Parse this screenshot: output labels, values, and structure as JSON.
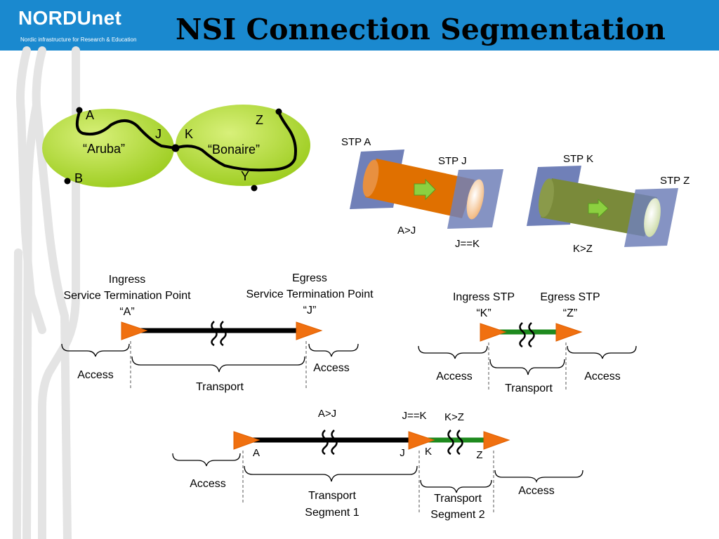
{
  "header": {
    "logo_name": "NORDUnet",
    "logo_tagline": "Nordic infrastructure for Research & Education",
    "title": "NSI Connection Segmentation"
  },
  "colors": {
    "header_blue": "#1a89cf",
    "island_green": "#b4dc3c",
    "stp_plate": "#7080b8",
    "tube_orange": "#e07000",
    "tube_olive": "#7a8a3a",
    "arrow_green": "#8cd040",
    "marker_orange": "#f07010",
    "segment_green": "#1e8a1e"
  },
  "map": {
    "islands": [
      {
        "name": "“Aruba”"
      },
      {
        "name": "“Bonaire”"
      }
    ],
    "points": {
      "a": "A",
      "b": "B",
      "j": "J",
      "k": "K",
      "z": "Z",
      "y": "Y"
    }
  },
  "tubes": {
    "left": {
      "stp_a": "STP A",
      "stp_j": "STP J",
      "ax_label": "A>J",
      "eq_label": "J==K"
    },
    "right": {
      "stp_k": "STP K",
      "stp_z": "STP Z",
      "kz_label": "K>Z"
    }
  },
  "diagram1": {
    "ingress": [
      "Ingress",
      "Service Termination Point",
      "“A”"
    ],
    "egress": [
      "Egress",
      "Service Termination Point",
      "“J”"
    ],
    "access_left": "Access",
    "access_right": "Access",
    "transport": "Transport"
  },
  "diagram2": {
    "ingress": [
      "Ingress STP",
      "“K”"
    ],
    "egress": [
      "Egress STP",
      "“Z”"
    ],
    "access_left": "Access",
    "access_right": "Access",
    "transport": "Transport"
  },
  "diagram3": {
    "aj": "A>J",
    "jk": "J==K",
    "kz": "K>Z",
    "a": "A",
    "j": "J",
    "k": "K",
    "z": "Z",
    "access_left": "Access",
    "access_right": "Access",
    "segment1": [
      "Transport",
      "Segment 1"
    ],
    "segment2": [
      "Transport",
      "Segment 2"
    ]
  }
}
